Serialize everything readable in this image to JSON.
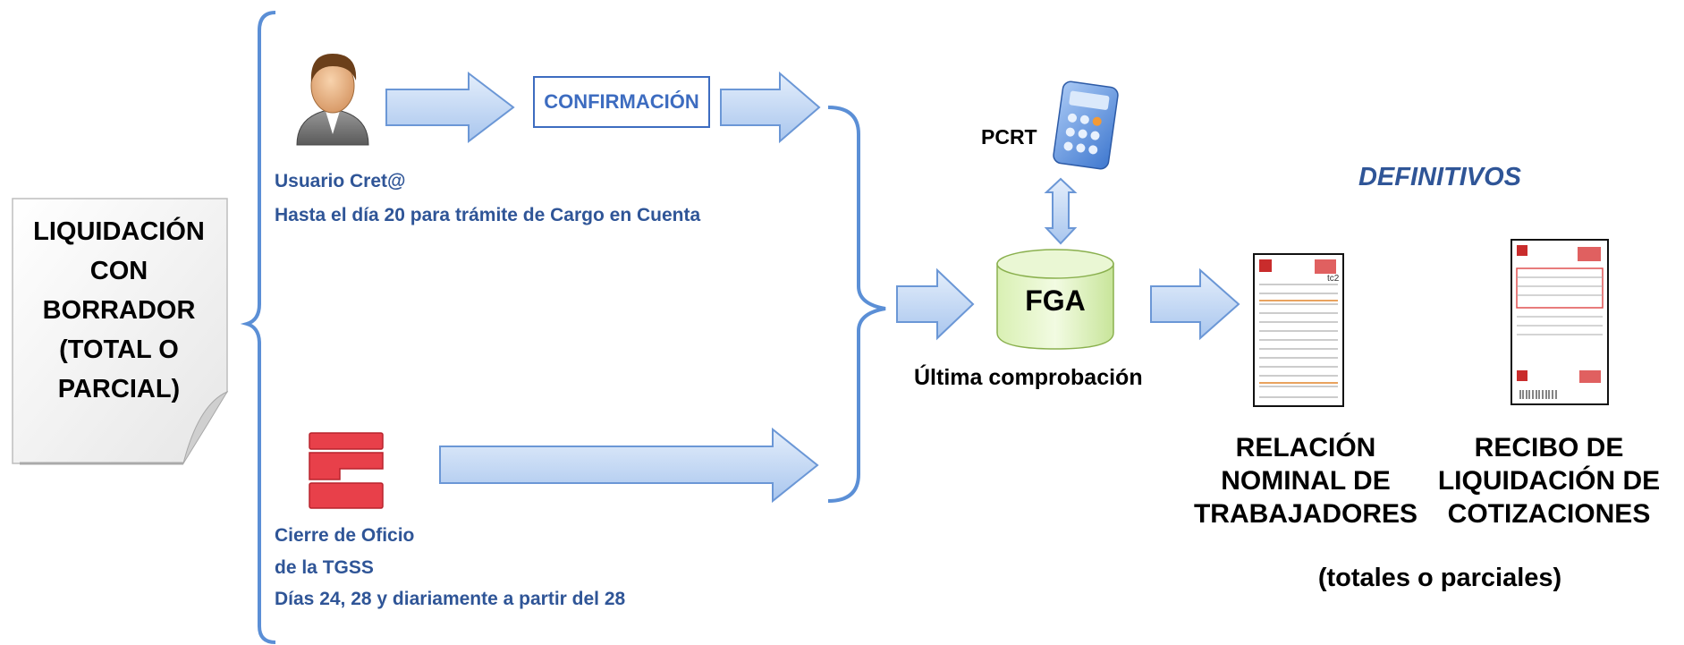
{
  "note": {
    "lines": [
      "LIQUIDACIÓN",
      "CON",
      "BORRADOR",
      "(TOTAL O",
      "PARCIAL)"
    ]
  },
  "confirmation": {
    "label": "CONFIRMACIÓN"
  },
  "user_path": {
    "label": "Usuario Cret@",
    "deadline": "Hasta el día 20 para trámite de Cargo en Cuenta"
  },
  "tgss_path": {
    "label_line1": "Cierre de Oficio",
    "label_line2": "de la TGSS",
    "schedule": "Días 24, 28 y diariamente a partir del 28"
  },
  "pcrt": {
    "label": "PCRT"
  },
  "fga": {
    "label": "FGA",
    "caption": "Última comprobación"
  },
  "outputs": {
    "heading": "DEFINITIVOS",
    "relacion_lines": [
      "RELACIÓN",
      "NOMINAL DE",
      "TRABAJADORES"
    ],
    "recibo_lines": [
      "RECIBO DE",
      "LIQUIDACIÓN DE",
      "COTIZACIONES"
    ],
    "note": "(totales o parciales)",
    "relacion_doc_tag": "tc2"
  },
  "colors": {
    "text_blue": "#2f5597",
    "arrow_fill": "#c5d9f1",
    "arrow_stroke": "#5b8fd6",
    "fga_fill": "#d7f2a6",
    "tgss_red": "#e8404a"
  },
  "icons": {
    "user": "user-avatar-icon",
    "tgss": "tgss-logo-icon",
    "pcrt": "calculator-icon",
    "fga": "database-cylinder-icon"
  }
}
